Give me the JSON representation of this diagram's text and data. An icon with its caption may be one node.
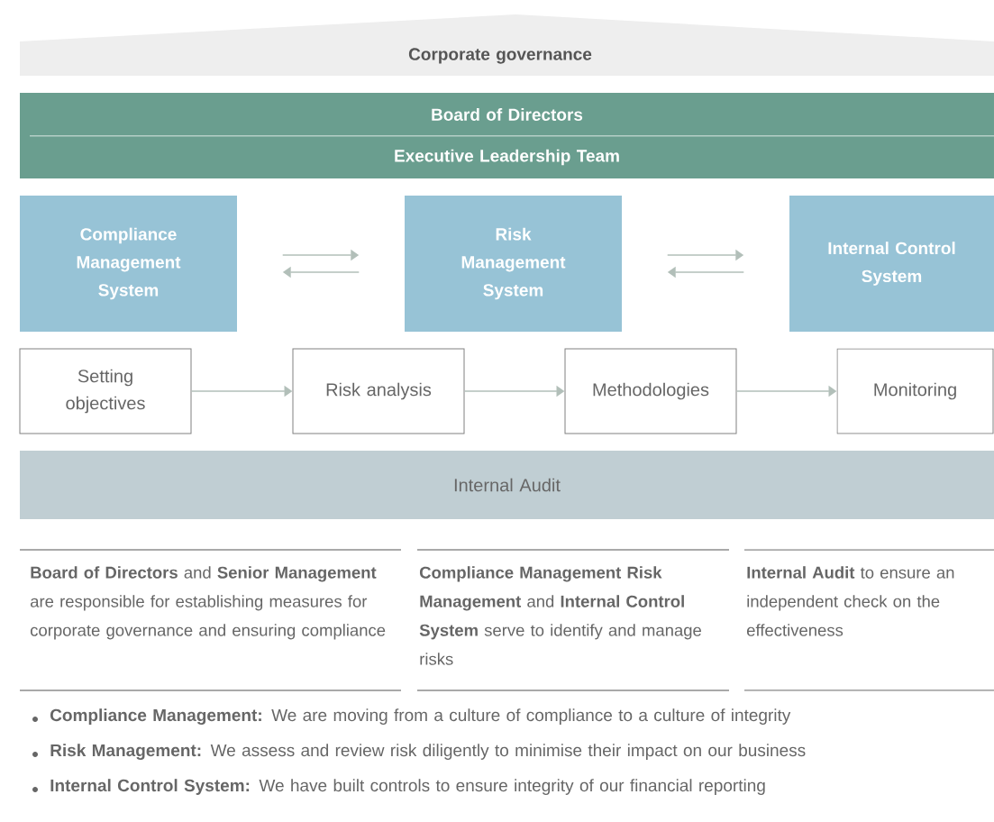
{
  "diagram": {
    "nodes": [
      {
        "text": [
          "Corporate governance"
        ]
      },
      {
        "text": [
          "Board of Directors"
        ]
      },
      {
        "text": [
          "Executive Leadership Team"
        ]
      },
      {
        "text": [
          "Compliance Management System"
        ]
      },
      {
        "text": [
          "Risk Management System"
        ]
      },
      {
        "text": [
          "Internal Control System"
        ]
      },
      {
        "text": [
          "Setting objectives"
        ]
      },
      {
        "text": [
          "Risk analysis"
        ]
      },
      {
        "text": [
          "Methodologies"
        ]
      },
      {
        "text": [
          "Monitoring"
        ]
      },
      {
        "text": [
          "Internal Audit"
        ]
      }
    ],
    "edges": [
      {
        "from": 3,
        "to": 4,
        "arrow": "to"
      },
      {
        "from": 4,
        "to": 3,
        "arrow": "to"
      },
      {
        "from": 4,
        "to": 5,
        "arrow": "to"
      },
      {
        "from": 5,
        "to": 4,
        "arrow": "to"
      },
      {
        "from": 6,
        "to": 7,
        "arrow": "to"
      },
      {
        "from": 7,
        "to": 8,
        "arrow": "to"
      },
      {
        "from": 8,
        "to": 9,
        "arrow": "to"
      }
    ],
    "labels": [
      "**Board of Directors** and **Senior Management** are responsible for establishing measures for corporate governance and ensuring compliance",
      "**Compliance Management Risk Management** and **Internal Control System** serve to identify and manage risks",
      "**Internal Audit** to ensure an independent check on the effectiveness",
      "**Compliance Management:** We are moving from a culture of compliance to a culture of integrity",
      "**Risk Management:** We assess and review risk diligently to minimise their impact on our business",
      "**Internal Control System:** We have built controls to ensure integrity of our financial reporting"
    ]
  }
}
